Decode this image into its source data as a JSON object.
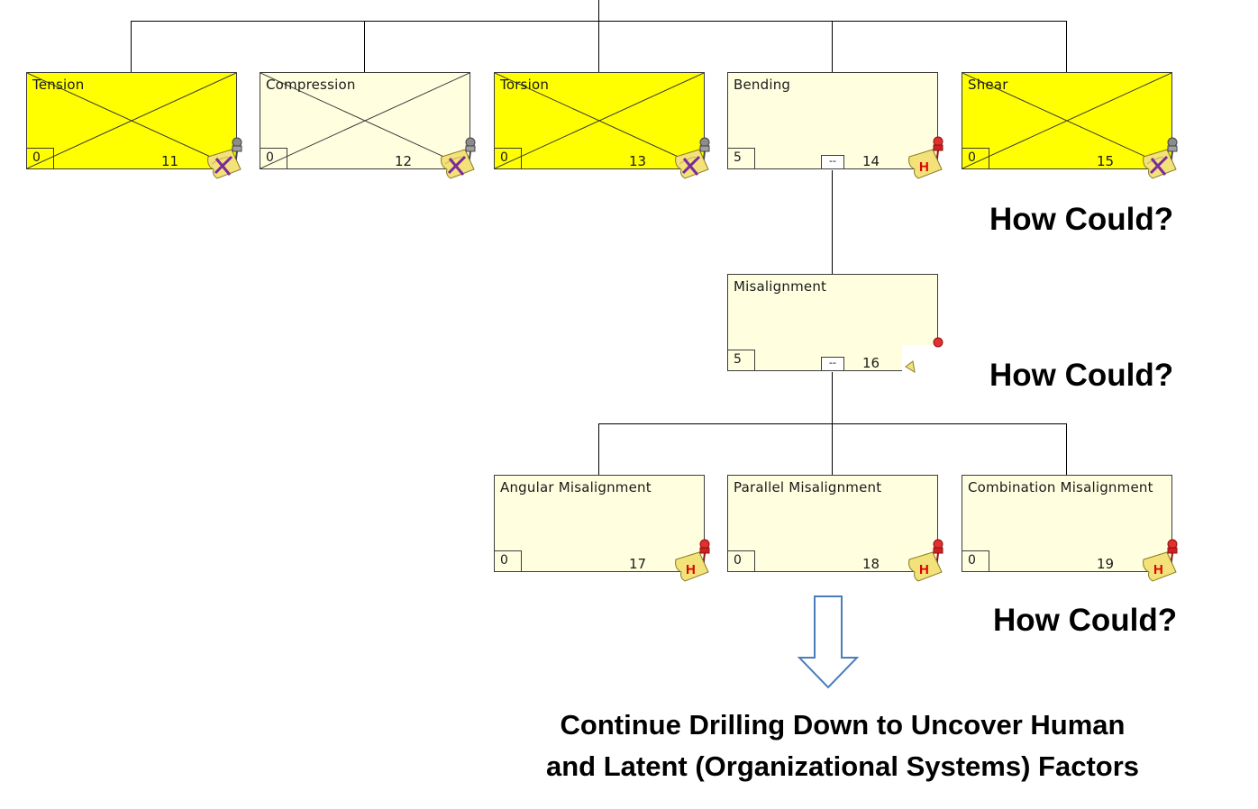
{
  "top_row": [
    {
      "title": "Tension",
      "count": "0",
      "num": "11",
      "fill": "#ffff00",
      "crossed": true,
      "note": "crossed"
    },
    {
      "title": "Compression",
      "count": "0",
      "num": "12",
      "fill": "#ffffe0",
      "crossed": true,
      "note": "crossed"
    },
    {
      "title": "Torsion",
      "count": "0",
      "num": "13",
      "fill": "#ffff00",
      "crossed": true,
      "note": "crossed"
    },
    {
      "title": "Bending",
      "count": "5",
      "num": "14",
      "fill": "#ffffe0",
      "crossed": false,
      "note": "h",
      "expand": "--"
    },
    {
      "title": "Shear",
      "count": "0",
      "num": "15",
      "fill": "#ffff00",
      "crossed": true,
      "note": "crossed"
    }
  ],
  "middle": {
    "title": "Misalignment",
    "count": "5",
    "num": "16",
    "fill": "#ffffe0",
    "expand": "--"
  },
  "bottom_row": [
    {
      "title": "Angular Misalignment",
      "count": "0",
      "num": "17",
      "fill": "#ffffe0",
      "note": "h"
    },
    {
      "title": "Parallel Misalignment",
      "count": "0",
      "num": "18",
      "fill": "#ffffe0",
      "note": "h"
    },
    {
      "title": "Combination Misalignment",
      "count": "0",
      "num": "19",
      "fill": "#ffffe0",
      "note": "h"
    }
  ],
  "note_h_letter": "H",
  "how_labels": [
    "How Could?",
    "How Could?",
    "How Could?"
  ],
  "footer": {
    "line1": "Continue Drilling Down to Uncover Human",
    "line2": "and Latent (Organizational Systems) Factors"
  },
  "colors": {
    "yellow": "#ffff00",
    "cream": "#ffffe0",
    "arrow": "#4a7ebb",
    "h_letter": "#e00000"
  }
}
